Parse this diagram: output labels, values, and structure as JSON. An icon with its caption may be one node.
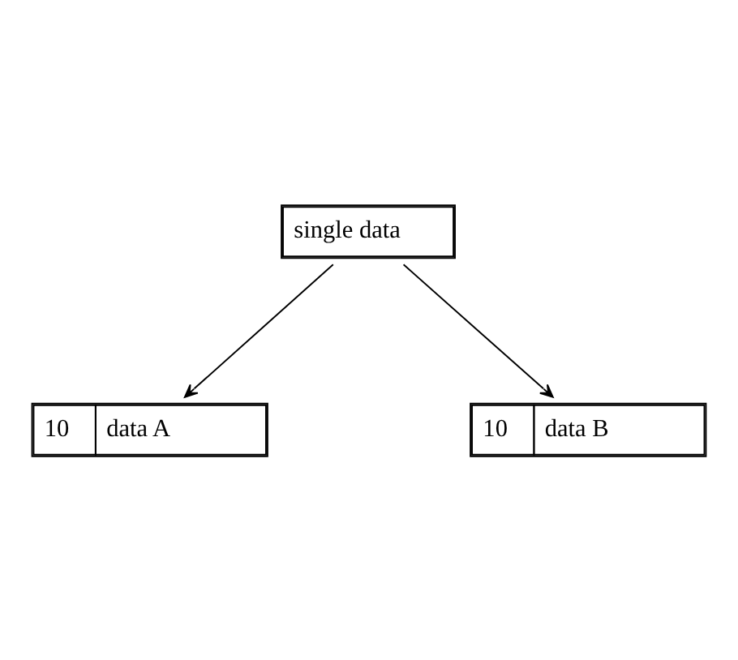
{
  "diagram": {
    "nodes": [
      {
        "text": [
          "single data"
        ]
      },
      {
        "text": [
          "10",
          "data A"
        ]
      },
      {
        "text": [
          "10",
          "data B"
        ]
      }
    ],
    "edges": [
      {
        "from": 0,
        "to": 1,
        "arrow": "to"
      },
      {
        "from": 0,
        "to": 2,
        "arrow": "to"
      }
    ]
  }
}
